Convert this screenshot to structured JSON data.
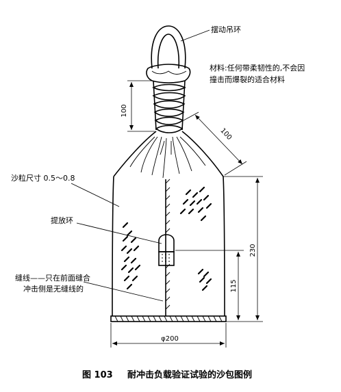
{
  "labels": {
    "swing_ring": "摆动吊环",
    "material_line1": "材料:任何带柔韧性的,不会因",
    "material_line2": "撞击而爆裂的适合材料",
    "sand_size": "沙粒尺寸 0.5～0.8",
    "lift_ring": "提放环",
    "seam_line1": "缝线——只在前面缝合",
    "seam_line2": "冲击侧是无缝线的"
  },
  "dimensions": {
    "neck_height": "100",
    "shoulder_length": "100",
    "total_height": "230",
    "ring_height": "115",
    "diameter": "φ200"
  },
  "caption": {
    "number": "图 103",
    "title": "耐冲击负载验证试验的沙包图例"
  }
}
